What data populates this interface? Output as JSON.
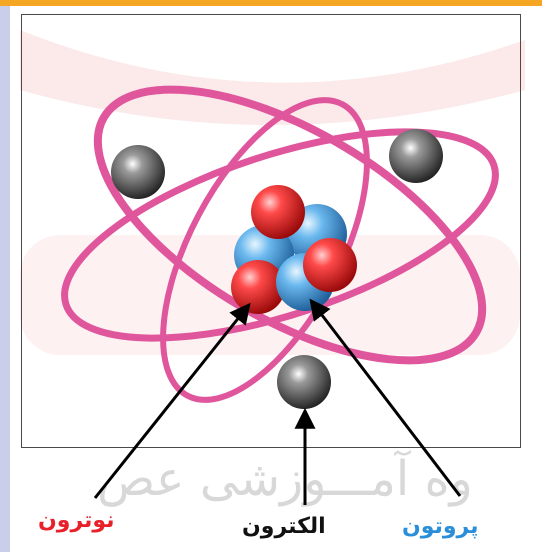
{
  "labels": {
    "neutron": "نوترون",
    "electron": "الکترون",
    "proton": "پروتون"
  },
  "watermark": {
    "text": "وه آمـــوزشی عص"
  },
  "colors": {
    "neutron_label": "#e8202a",
    "electron_label": "#111111",
    "proton_label": "#2a8fd8",
    "orbit": "#e0569c",
    "neutron": "#e02a2a",
    "proton": "#5aa8e0",
    "electron": "#3a3a3a"
  },
  "icons": {
    "nucleus": "atom-nucleus",
    "electron": "electron-sphere"
  }
}
